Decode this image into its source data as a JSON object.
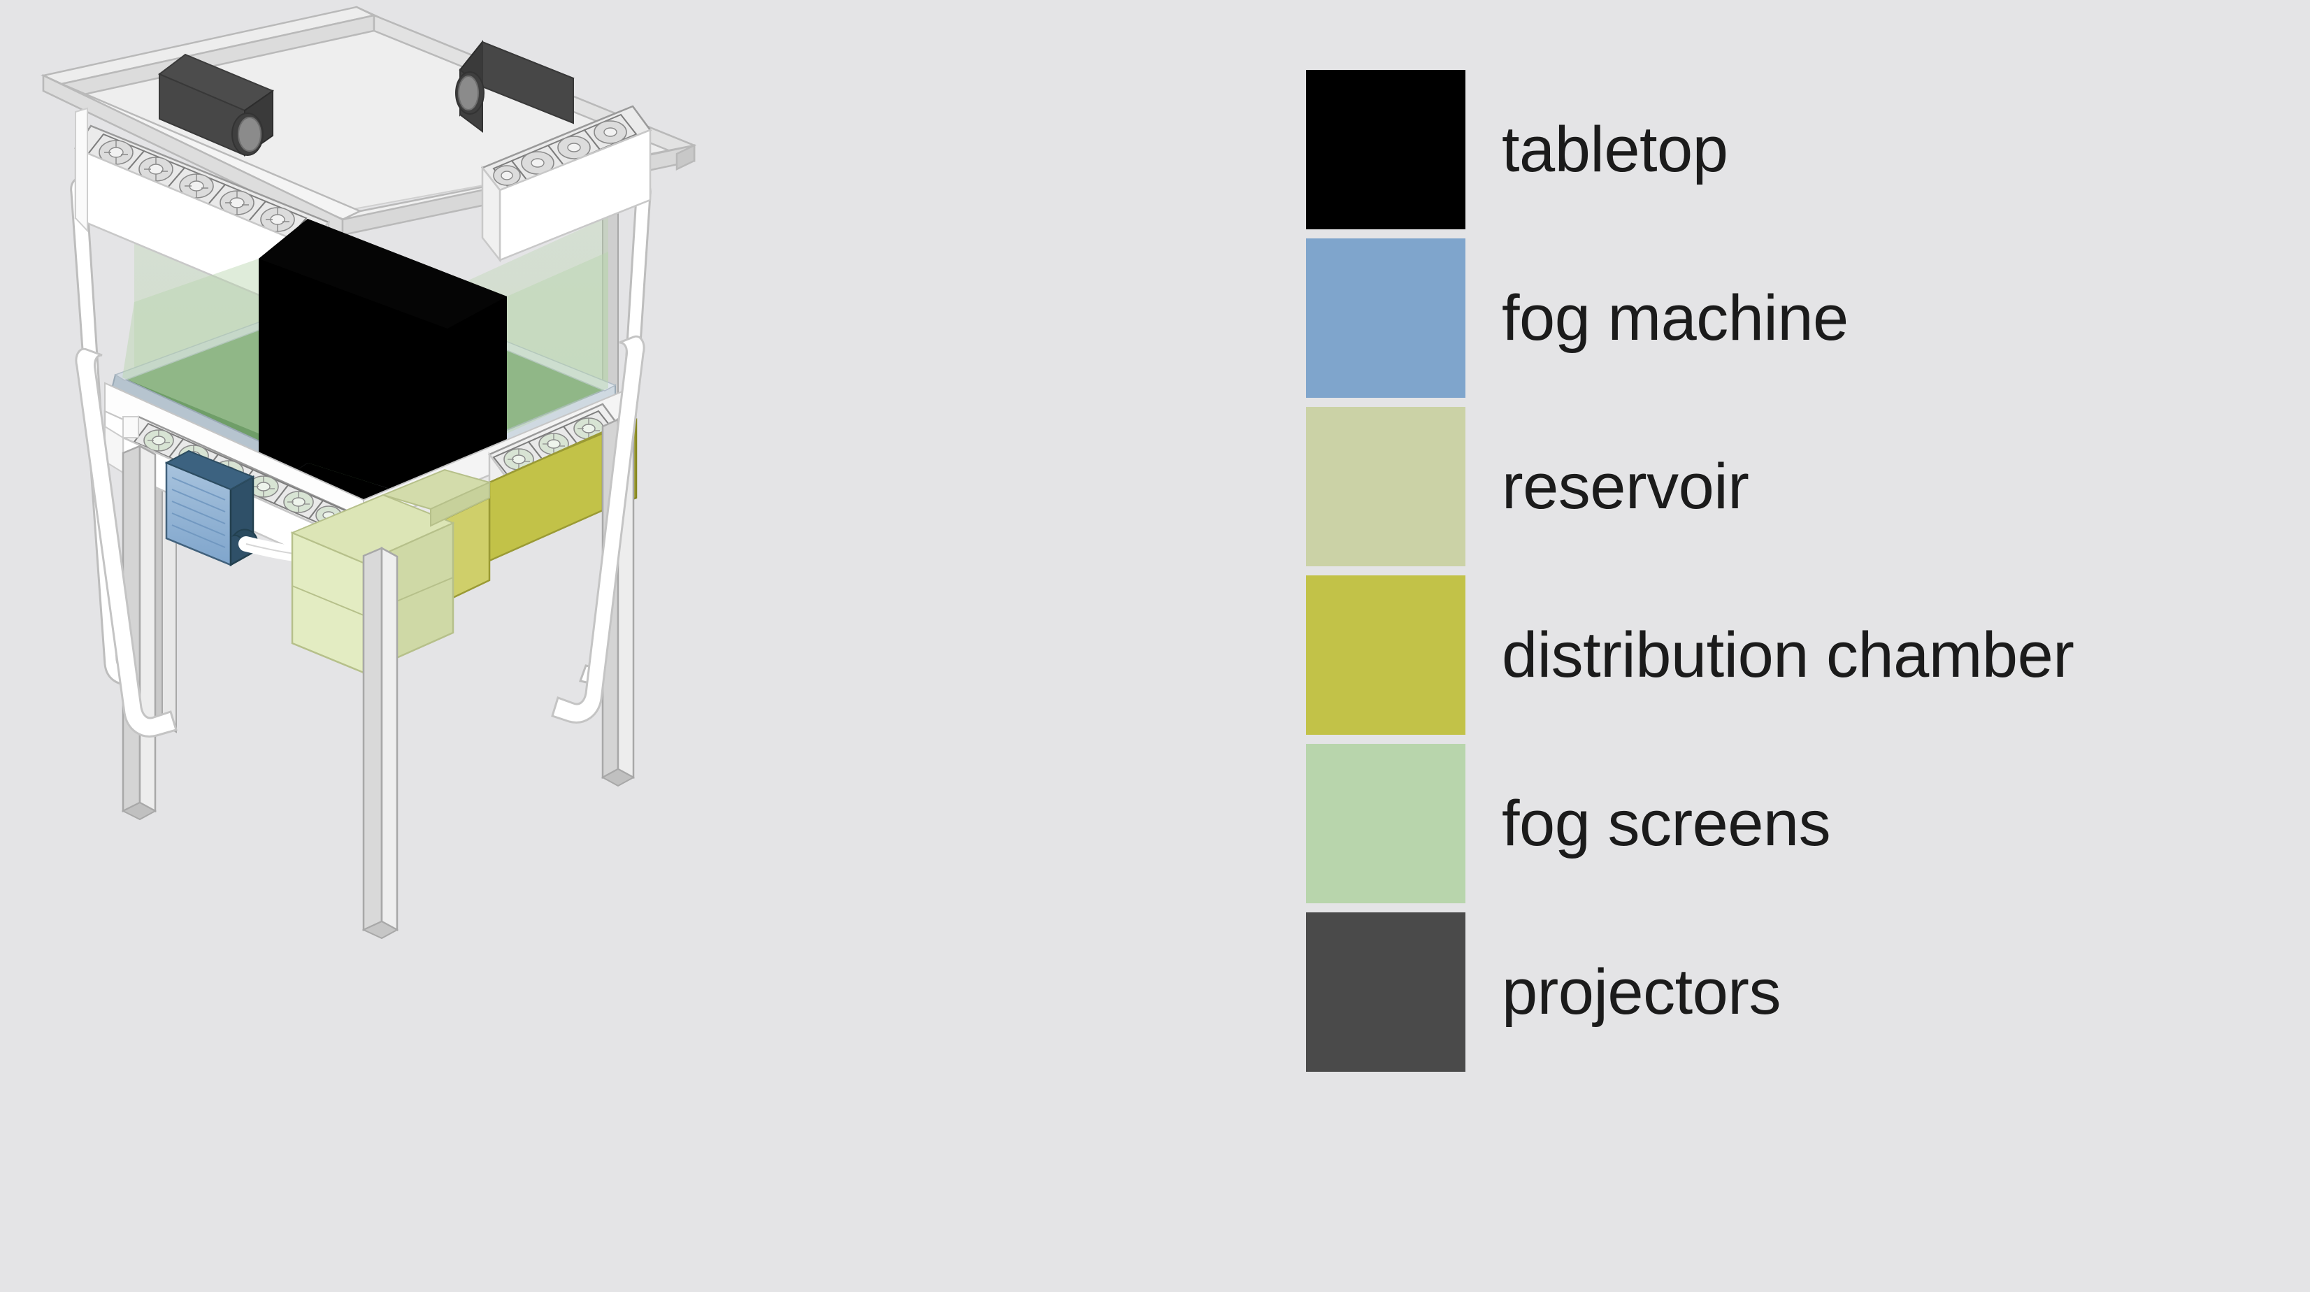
{
  "background_color": "#e4e4e6",
  "legend": {
    "items": [
      {
        "label": "tabletop",
        "color": "#000000",
        "swatch_name": "legend-swatch-tabletop"
      },
      {
        "label": "fog machine",
        "color": "#7fa5cc",
        "swatch_name": "legend-swatch-fog-machine"
      },
      {
        "label": "reservoir",
        "color": "#cbd2a6",
        "swatch_name": "legend-swatch-reservoir"
      },
      {
        "label": "distribution chamber",
        "color": "#c2c248",
        "swatch_name": "legend-swatch-distribution-chamber"
      },
      {
        "label": "fog screens",
        "color": "#b8d5ac",
        "swatch_name": "legend-swatch-fog-screens"
      },
      {
        "label": "projectors",
        "color": "#4a4a4a",
        "swatch_name": "legend-swatch-projectors"
      }
    ]
  },
  "diagram": {
    "title": "fog tabletop display exploded assembly",
    "parts": [
      {
        "name": "top-frame",
        "label": "top frame",
        "color": "#dcdcdc"
      },
      {
        "name": "projector-left",
        "label": "projector",
        "color": "#4a4a4a"
      },
      {
        "name": "projector-right",
        "label": "projector",
        "color": "#4a4a4a"
      },
      {
        "name": "upper-fan-housing-left",
        "label": "upper fan housing",
        "color": "#ffffff"
      },
      {
        "name": "upper-fan-housing-right",
        "label": "upper fan housing",
        "color": "#ffffff"
      },
      {
        "name": "fog-screen-left",
        "label": "fog screen",
        "color": "#b8d5ac"
      },
      {
        "name": "fog-screen-right",
        "label": "fog screen",
        "color": "#b8d5ac"
      },
      {
        "name": "tabletop-box",
        "label": "tabletop",
        "color": "#000000"
      },
      {
        "name": "tabletop-surface",
        "label": "tabletop surface",
        "color": "#6f9e68"
      },
      {
        "name": "lower-fan-housing-left",
        "label": "lower fan housing",
        "color": "#ffffff"
      },
      {
        "name": "lower-fan-housing-right",
        "label": "lower fan housing",
        "color": "#ffffff"
      },
      {
        "name": "fog-machine",
        "label": "fog machine",
        "color": "#7fa5cc"
      },
      {
        "name": "reservoir",
        "label": "reservoir",
        "color": "#cbd2a6"
      },
      {
        "name": "distribution-chamber",
        "label": "distribution chamber",
        "color": "#c2c248"
      },
      {
        "name": "table-legs",
        "label": "table legs",
        "color": "#d4d4d4"
      },
      {
        "name": "support-rails",
        "label": "support rails",
        "color": "#ffffff"
      },
      {
        "name": "hoses",
        "label": "hoses",
        "color": "#ffffff"
      }
    ],
    "fan_count_per_housing": 6,
    "projector_count": 2,
    "fog_screen_count": 2
  }
}
